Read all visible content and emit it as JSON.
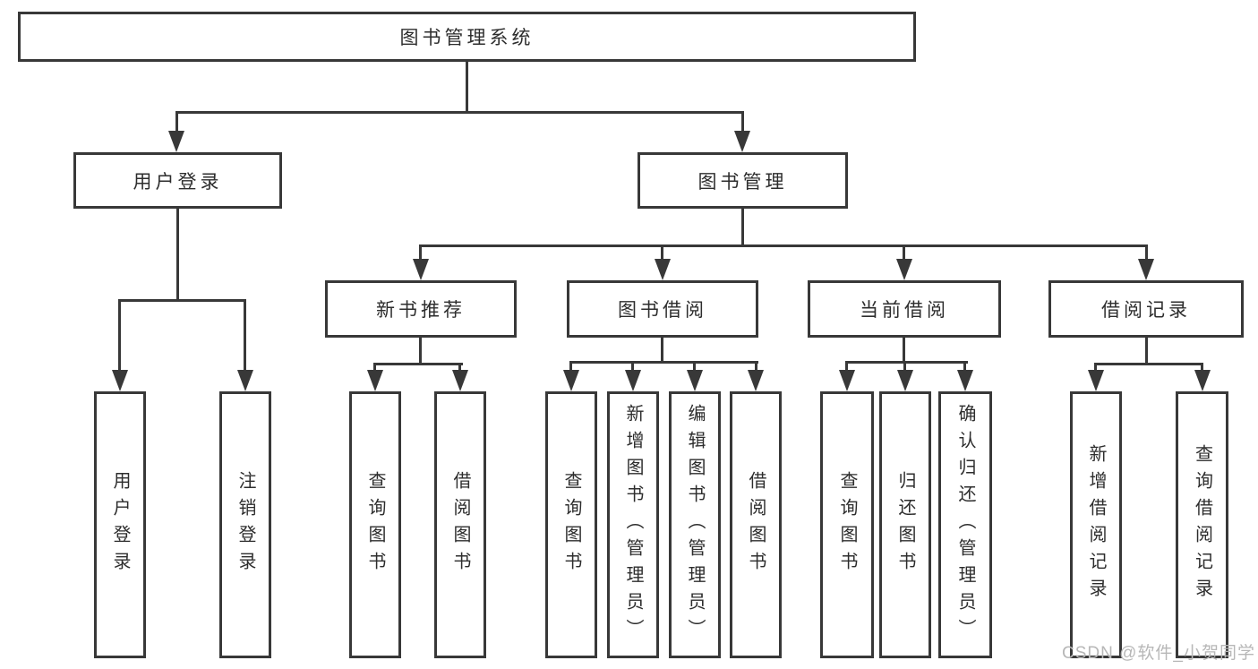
{
  "tree": {
    "root": {
      "label": "图书管理系统"
    },
    "children": [
      {
        "label": "用户登录",
        "children": [
          {
            "label": "用户登录"
          },
          {
            "label": "注销登录"
          }
        ]
      },
      {
        "label": "图书管理",
        "children": [
          {
            "label": "新书推荐",
            "children": [
              {
                "label": "查询图书"
              },
              {
                "label": "借阅图书"
              }
            ]
          },
          {
            "label": "图书借阅",
            "children": [
              {
                "label": "查询图书"
              },
              {
                "label": "新增图书（管理员）"
              },
              {
                "label": "编辑图书（管理员）"
              },
              {
                "label": "借阅图书"
              }
            ]
          },
          {
            "label": "当前借阅",
            "children": [
              {
                "label": "查询图书"
              },
              {
                "label": "归还图书"
              },
              {
                "label": "确认归还（管理员）"
              }
            ]
          },
          {
            "label": "借阅记录",
            "children": [
              {
                "label": "新增借阅记录"
              },
              {
                "label": "查询借阅记录"
              }
            ]
          }
        ]
      }
    ]
  },
  "watermark": {
    "text": "CSDN @软件_小贺同学"
  },
  "colors": {
    "line": "#383838",
    "text": "#2d2d2d",
    "box_background": "#ffffff",
    "watermark": "#b7b7b7"
  }
}
